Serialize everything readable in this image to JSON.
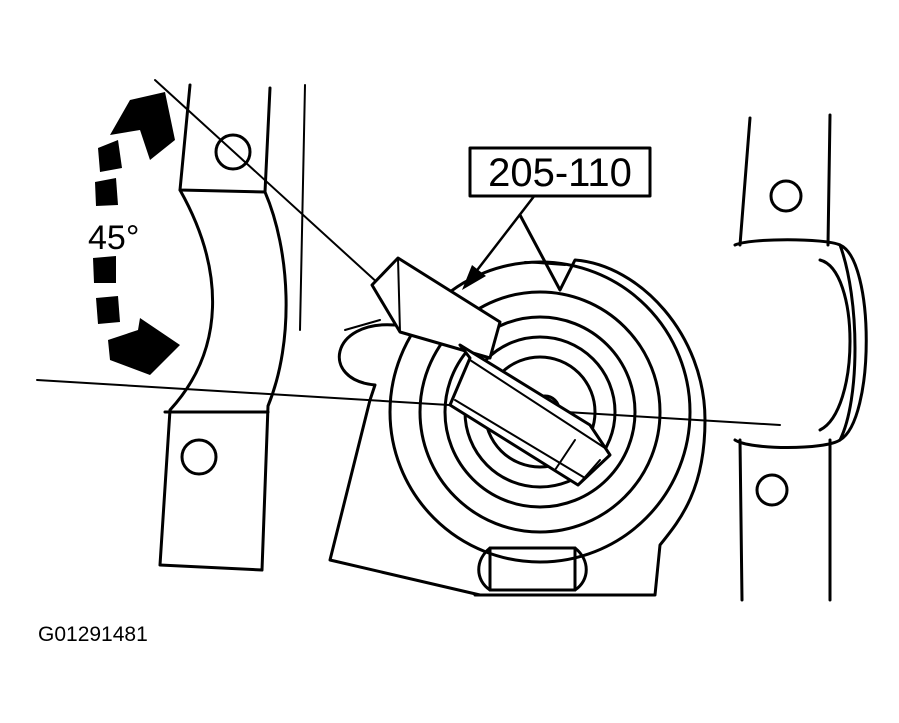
{
  "diagram": {
    "tool_label": "205-110",
    "angle_label": "45°",
    "figure_id": "G01291481"
  },
  "colors": {
    "ink": "#000000",
    "paper": "#ffffff"
  }
}
